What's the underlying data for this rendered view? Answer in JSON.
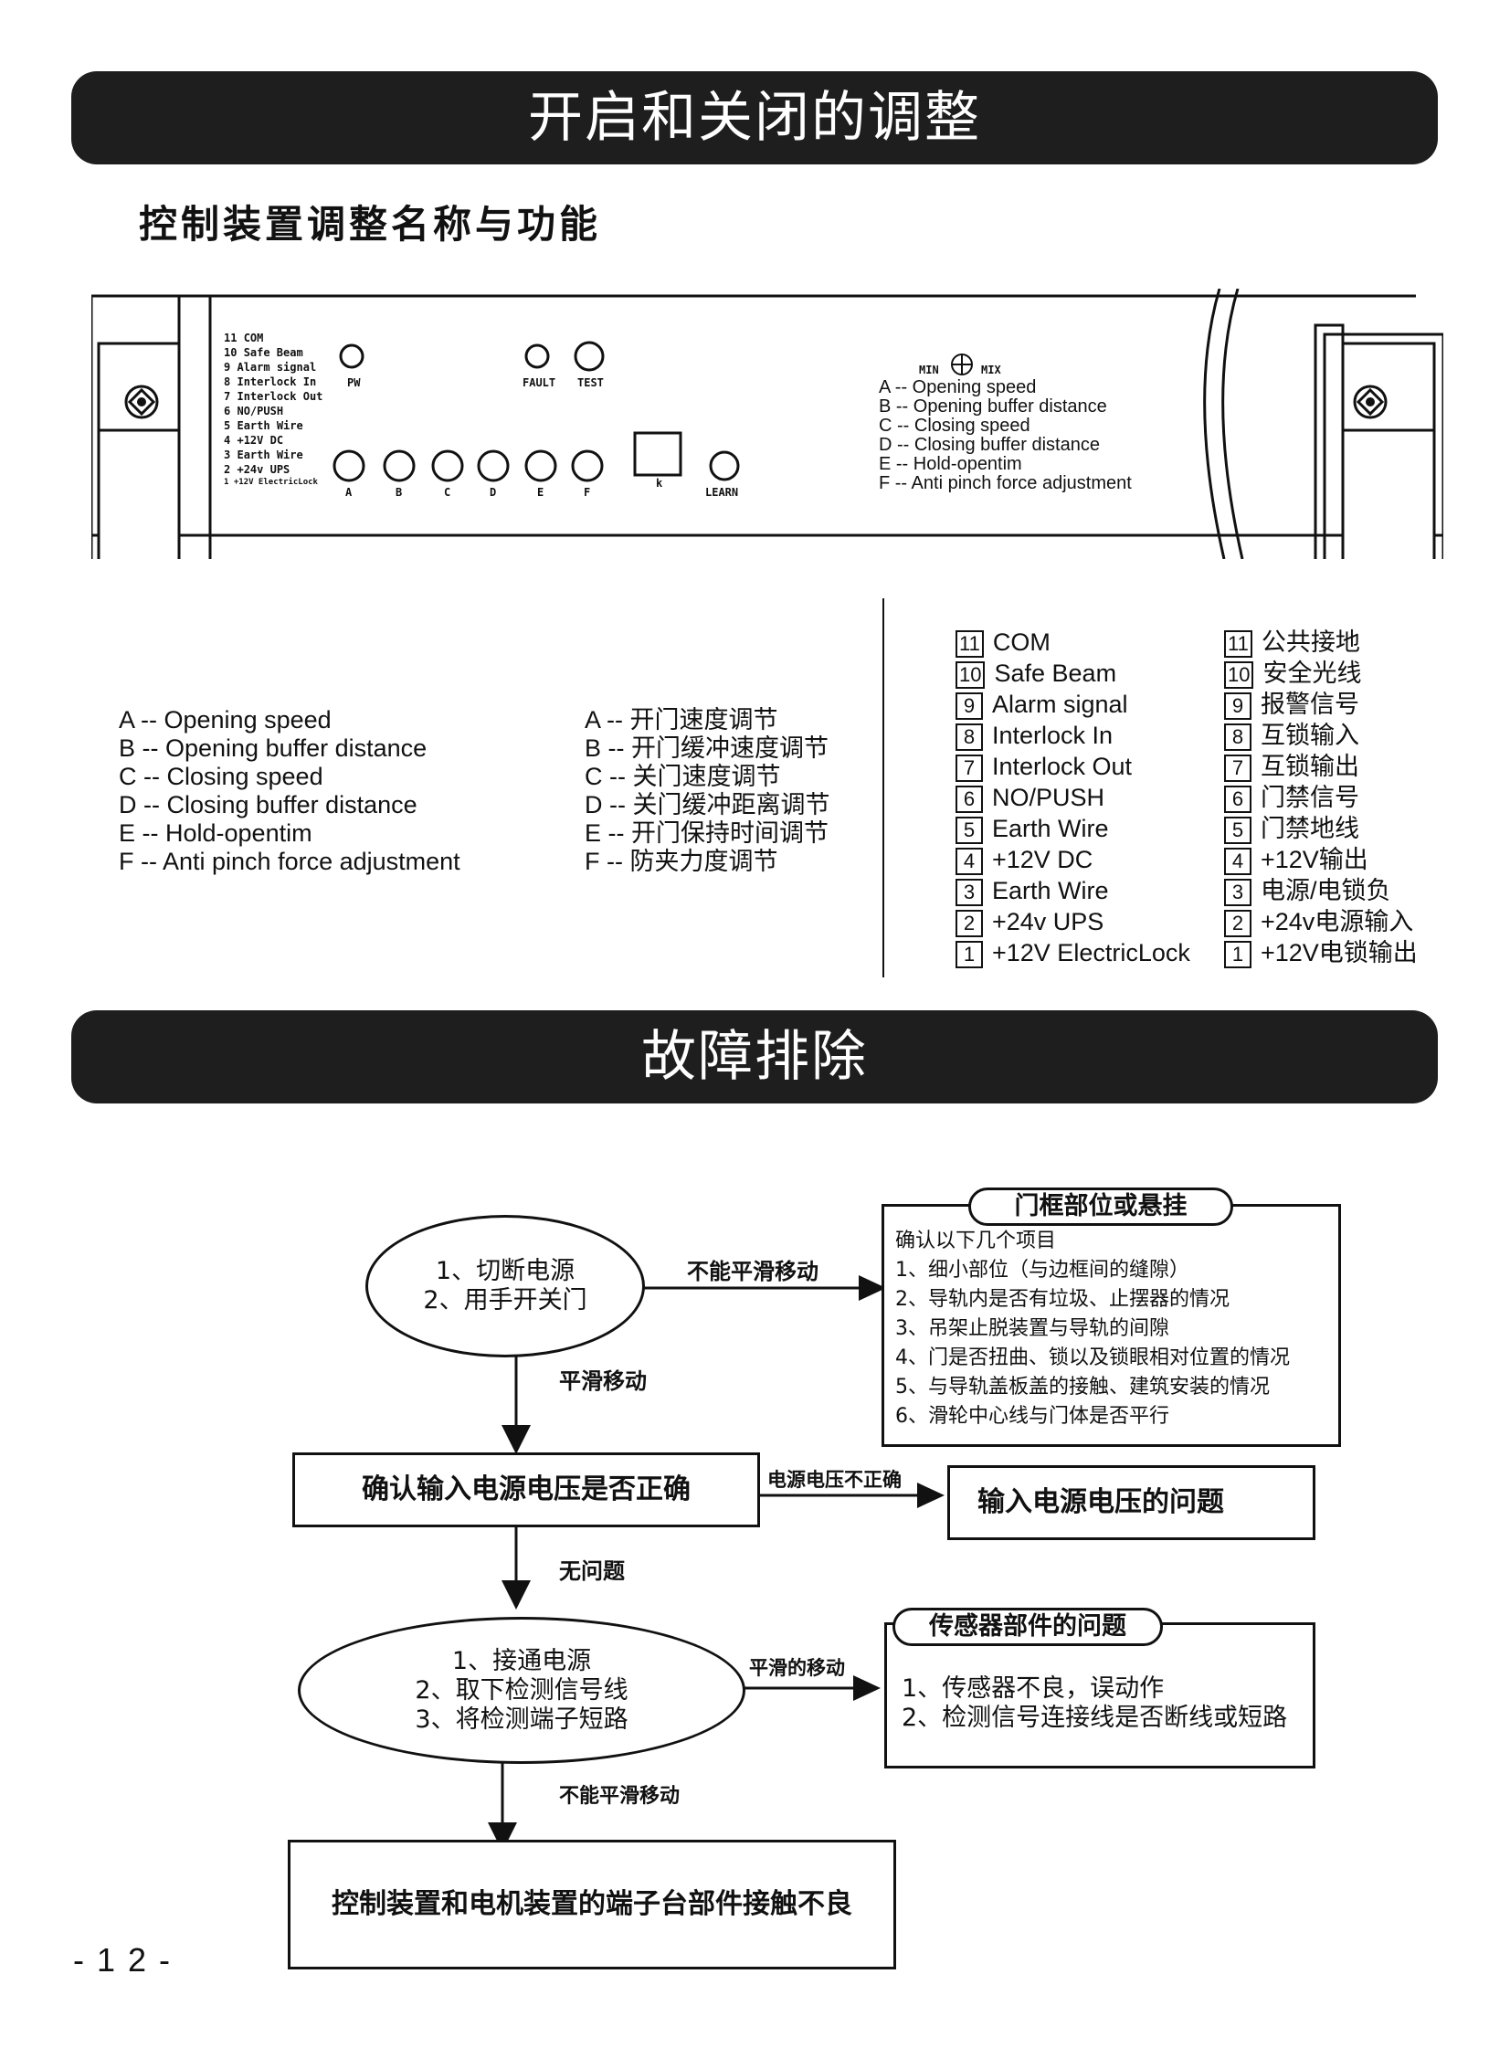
{
  "section1": {
    "title": "开启和关闭的调整"
  },
  "subtitle": "控制装置调整名称与功能",
  "panel": {
    "terminals": [
      "COM",
      "Safe Beam",
      "Alarm signal",
      "Interlock In",
      "Interlock Out",
      "NO/PUSH",
      "Earth Wire",
      "+12V DC",
      "Earth Wire",
      "+24v UPS",
      "+12V ElectricLock"
    ],
    "terminal_numbers": [
      "11",
      "10",
      "9",
      "8",
      "7",
      "6",
      "5",
      "4",
      "3",
      "2",
      "1"
    ],
    "pw": "PW",
    "fault": "FAULT",
    "test": "TEST",
    "knobs": [
      "A",
      "B",
      "C",
      "D",
      "E",
      "F"
    ],
    "k": "k",
    "learn": "LEARN",
    "min": "MIN",
    "max": "MIX",
    "legend": [
      "A -- Opening speed",
      "B -- Opening buffer distance",
      "C -- Closing speed",
      "D -- Closing buffer distance",
      "E -- Hold-opentim",
      "F -- Anti pinch force adjustment"
    ]
  },
  "legend_en": [
    "A -- Opening speed",
    "B -- Opening buffer distance",
    "C -- Closing speed",
    "D -- Closing buffer distance",
    "E -- Hold-opentim",
    "F -- Anti pinch force adjustment"
  ],
  "legend_cn": [
    "A -- 开门速度调节",
    "B -- 开门缓冲速度调节",
    "C -- 关门速度调节",
    "D -- 关门缓冲距离调节",
    "E -- 开门保持时间调节",
    "F -- 防夹力度调节"
  ],
  "terminals_en": [
    {
      "n": "11",
      "label": "COM"
    },
    {
      "n": "10",
      "label": "Safe Beam"
    },
    {
      "n": "9",
      "label": "Alarm signal"
    },
    {
      "n": "8",
      "label": "Interlock In"
    },
    {
      "n": "7",
      "label": "Interlock Out"
    },
    {
      "n": "6",
      "label": "NO/PUSH"
    },
    {
      "n": "5",
      "label": "Earth Wire"
    },
    {
      "n": "4",
      "label": "+12V DC"
    },
    {
      "n": "3",
      "label": "Earth Wire"
    },
    {
      "n": "2",
      "label": "+24v UPS"
    },
    {
      "n": "1",
      "label": "+12V ElectricLock"
    }
  ],
  "terminals_cn": [
    {
      "n": "11",
      "label": "公共接地"
    },
    {
      "n": "10",
      "label": "安全光线"
    },
    {
      "n": "9",
      "label": "报警信号"
    },
    {
      "n": "8",
      "label": "互锁输入"
    },
    {
      "n": "7",
      "label": "互锁输出"
    },
    {
      "n": "6",
      "label": "门禁信号"
    },
    {
      "n": "5",
      "label": "门禁地线"
    },
    {
      "n": "4",
      "label": "+12V输出"
    },
    {
      "n": "3",
      "label": "电源/电锁负"
    },
    {
      "n": "2",
      "label": "+24v电源输入"
    },
    {
      "n": "1",
      "label": "+12V电锁输出"
    }
  ],
  "section2": {
    "title": "故障排除"
  },
  "flow": {
    "step1": [
      "1、切断电源",
      "2、用手开关门"
    ],
    "step1_right_label": "不能平滑移动",
    "frame_box": {
      "title": "门框部位或悬挂",
      "lines": [
        "确认以下几个项目",
        "1、细小部位（与边框间的缝隙）",
        "2、导轨内是否有垃圾、止摆器的情况",
        "3、吊架止脱装置与导轨的间隙",
        "4、门是否扭曲、锁以及锁眼相对位置的情况",
        "5、与导轨盖板盖的接触、建筑安装的情况",
        "6、滑轮中心线与门体是否平行"
      ]
    },
    "down1_label": "平滑移动",
    "step2": "确认输入电源电压是否正确",
    "step2_right_label": "电源电压不正确",
    "voltage_box": "输入电源电压的问题",
    "down2_label": "无问题",
    "step3": [
      "1、接通电源",
      "2、取下检测信号线",
      "3、将检测端子短路"
    ],
    "step3_right_label": "平滑的移动",
    "sensor_box": {
      "title": "传感器部件的问题",
      "lines": [
        "1、传感器不良，误动作",
        "2、检测信号连接线是否断线或短路"
      ]
    },
    "down3_label": "不能平滑移动",
    "step4": "控制装置和电机装置的端子台部件接触不良"
  },
  "page_number": "- 1 2 -"
}
